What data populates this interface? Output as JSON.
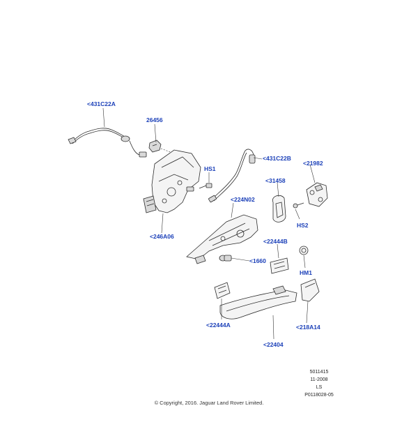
{
  "callouts": {
    "c431C22A": "<431C22A",
    "c26456": "26456",
    "cHS1": "HS1",
    "c431C22B": "<431C22B",
    "c21982": "<21982",
    "c31458": "<31458",
    "c224N02": "<224N02",
    "cHS2": "HS2",
    "c246A06": "<246A06",
    "c22444B": "<22444B",
    "c1660": "<1660",
    "cHM1": "HM1",
    "c22444A": "<22444A",
    "c218A14": "<218A14",
    "c22404": "<22404"
  },
  "meta": {
    "doc_number": "5011415",
    "date": "11-2008",
    "code": "LS",
    "part_ref": "P0118028-05"
  },
  "copyright": "© Copyright, 2016. Jaguar Land Rover Limited."
}
